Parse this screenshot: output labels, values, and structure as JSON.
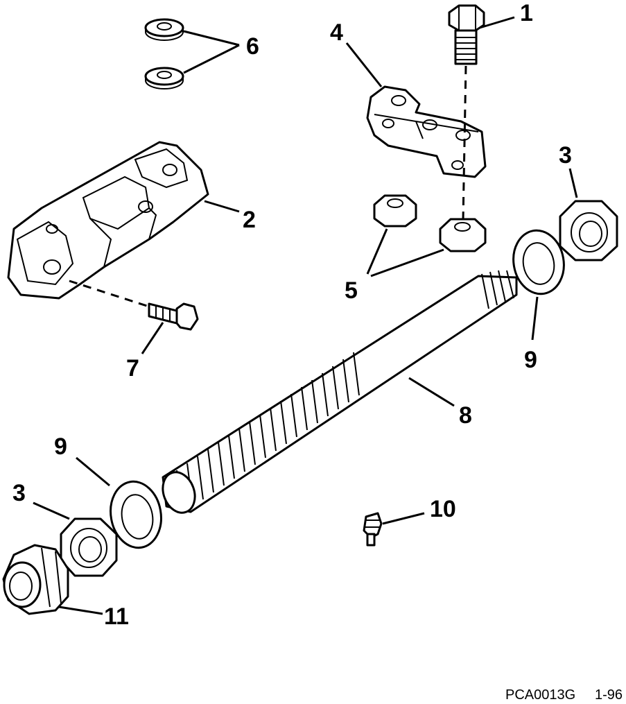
{
  "callouts": {
    "c1": "1",
    "c2": "2",
    "c3a": "3",
    "c3b": "3",
    "c4": "4",
    "c5": "5",
    "c6": "6",
    "c7": "7",
    "c8": "8",
    "c9a": "9",
    "c9b": "9",
    "c10": "10",
    "c11": "11"
  },
  "footer": {
    "figure_id": "PCA0013G",
    "date": "1-96"
  }
}
